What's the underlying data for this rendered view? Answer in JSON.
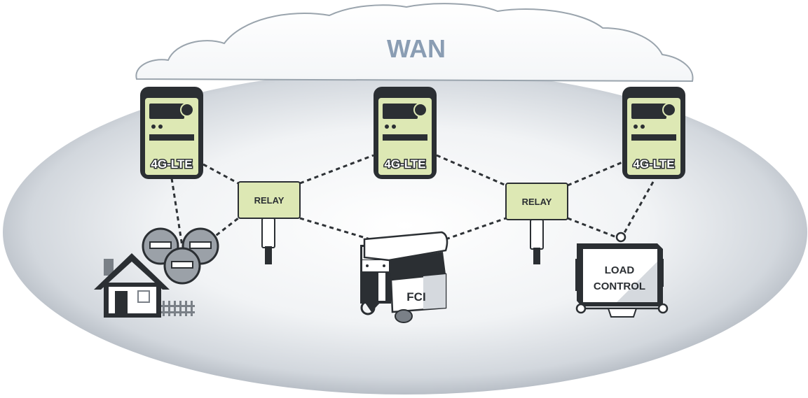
{
  "wan": {
    "label": "WAN"
  },
  "collectors": [
    {
      "label": "4G-LTE"
    },
    {
      "label": "4G-LTE"
    },
    {
      "label": "4G-LTE"
    }
  ],
  "relays": [
    {
      "label": "RELAY"
    },
    {
      "label": "RELAY"
    }
  ],
  "endpoints": {
    "fci_label": "FCI",
    "load_control_line1": "LOAD",
    "load_control_line2": "CONTROL"
  },
  "colors": {
    "device_fill": "#dde8b4",
    "device_body": "#2b2f33",
    "cloud_stroke": "#9aa4ad",
    "wan_text": "#8a9db3"
  }
}
